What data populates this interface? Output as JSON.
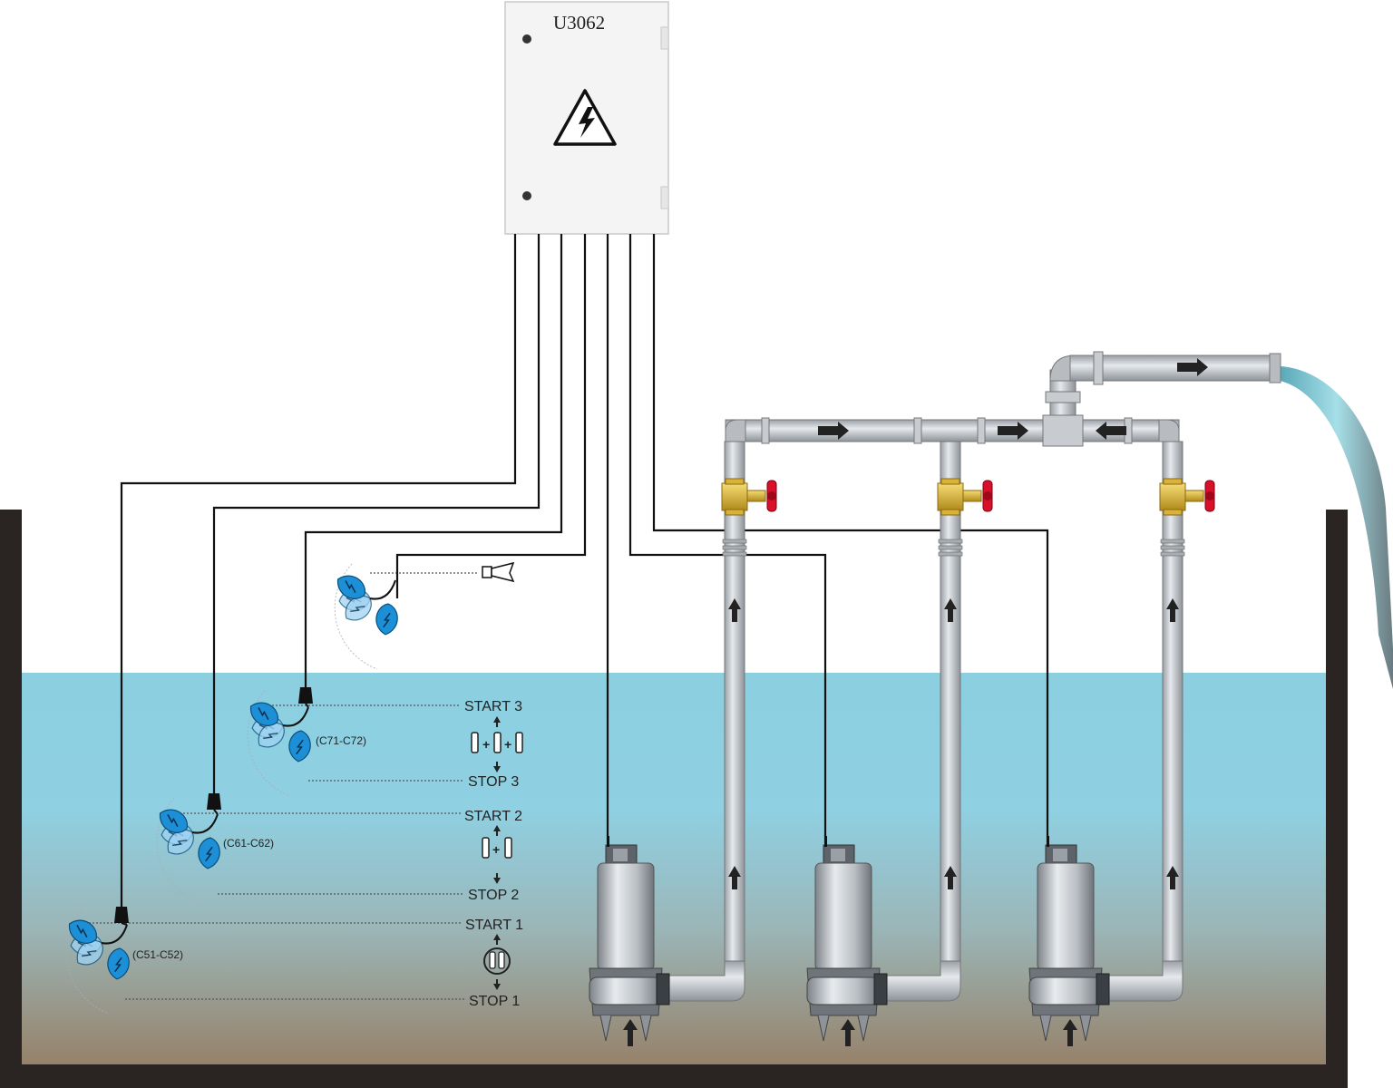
{
  "panel": {
    "label": "U3062",
    "warning_icon": "high-voltage-warning-icon",
    "color": "#f4f4f4"
  },
  "float_groups": [
    {
      "id": "alarm",
      "label": "",
      "start": "",
      "stop": "",
      "output_icon": "horn-icon"
    },
    {
      "id": "c71",
      "label": "(C71-C72)",
      "start": "START 3",
      "stop": "STOP 3",
      "pump_icon": "three-pumps-icon"
    },
    {
      "id": "c61",
      "label": "(C61-C62)",
      "start": "START 2",
      "stop": "STOP 2",
      "pump_icon": "two-pumps-icon"
    },
    {
      "id": "c51",
      "label": "(C51-C52)",
      "start": "START 1",
      "stop": "STOP 1",
      "pump_icon": "alternating-pump-icon"
    }
  ],
  "pumps": [
    {
      "name": "pump-1",
      "valve_icon": "gate-valve-icon"
    },
    {
      "name": "pump-2",
      "valve_icon": "gate-valve-icon"
    },
    {
      "name": "pump-3",
      "valve_icon": "gate-valve-icon"
    }
  ],
  "colors": {
    "water_top": "#8bcfe0",
    "water_bottom": "#96826a",
    "tank_wall": "#2a2522",
    "float": "#1d8fd6",
    "float_ghost": "#9fd3f2",
    "pipe": "#c8ccd0",
    "valve_body": "#e6c04a",
    "valve_handle": "#d8102a",
    "discharge_hose": "#7ec9d6"
  }
}
